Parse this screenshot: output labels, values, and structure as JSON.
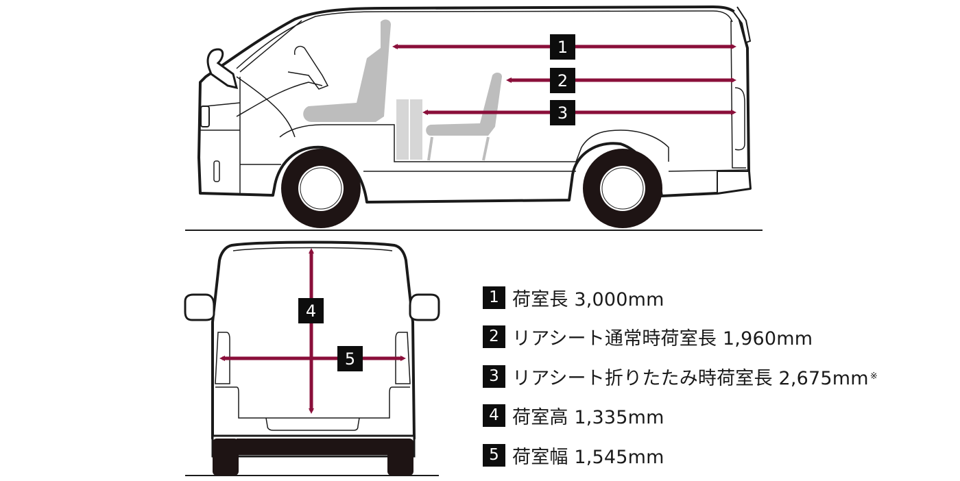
{
  "colors": {
    "arrow": "#8a0f3a",
    "badge": "#0d0d0d",
    "outline": "#1a1a1a",
    "seat": "#bdbdbd",
    "tire": "#1e1414"
  },
  "diagram": {
    "side_view_badges": [
      "1",
      "2",
      "3"
    ],
    "rear_view_badges": [
      "4",
      "5"
    ]
  },
  "legend": {
    "items": [
      {
        "number": "1",
        "text": "荷室長 3,000mm",
        "note": ""
      },
      {
        "number": "2",
        "text": "リアシート通常時荷室長 1,960mm",
        "note": ""
      },
      {
        "number": "3",
        "text": "リアシート折りたたみ時荷室長 2,675mm",
        "note": "※"
      },
      {
        "number": "4",
        "text": "荷室高 1,335mm",
        "note": ""
      },
      {
        "number": "5",
        "text": "荷室幅 1,545mm",
        "note": ""
      }
    ]
  }
}
